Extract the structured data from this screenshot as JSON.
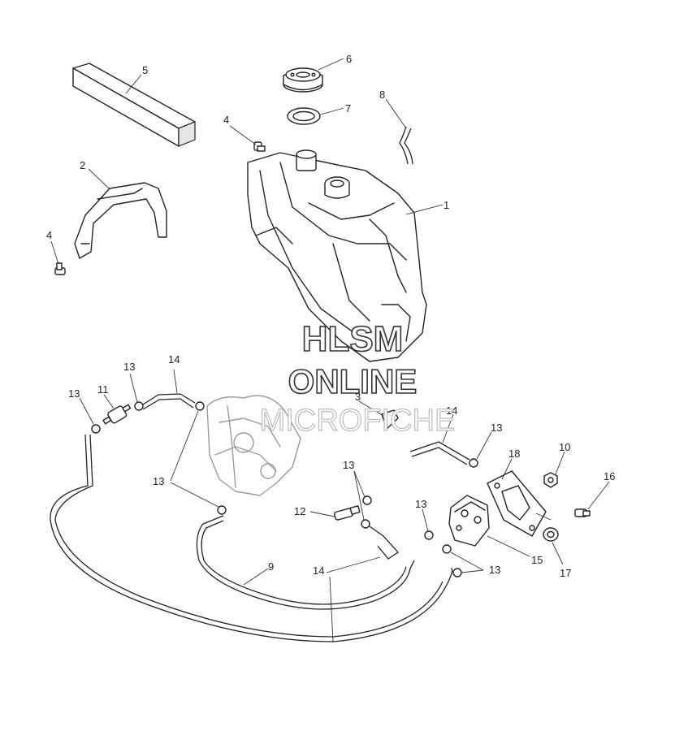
{
  "watermark": {
    "line1": "HLSM",
    "line2": "ONLINE",
    "line3": "MICROFICHE"
  },
  "callouts": {
    "c1": "1",
    "c2": "2",
    "c3": "3",
    "c4a": "4",
    "c4b": "4",
    "c5": "5",
    "c6": "6",
    "c7": "7",
    "c8": "8",
    "c9": "9",
    "c10": "10",
    "c11": "11",
    "c12": "12",
    "c13a": "13",
    "c13b": "13",
    "c13c": "13",
    "c13d": "13",
    "c13e": "13",
    "c13f": "13",
    "c13g": "13",
    "c14a": "14",
    "c14b": "14",
    "c14c": "14",
    "c15": "15",
    "c16": "16",
    "c17": "17",
    "c18": "18"
  }
}
